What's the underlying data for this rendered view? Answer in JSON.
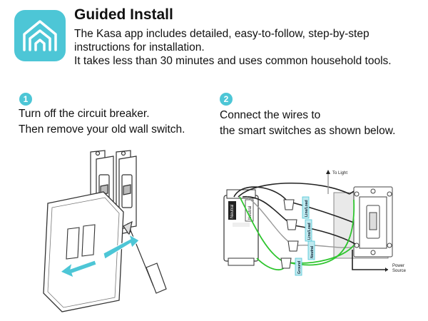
{
  "header": {
    "title": "Guided Install",
    "description_lines": [
      "The Kasa app includes detailed, easy-to-follow, step-by-step",
      "instructions for installation.",
      "It takes less than 30 minutes and uses common household tools."
    ]
  },
  "steps": [
    {
      "number": "1",
      "lines": [
        "Turn off the circuit breaker.",
        "Then remove your old wall switch."
      ]
    },
    {
      "number": "2",
      "lines": [
        "Connect the wires to",
        "the smart switches as shown below."
      ]
    }
  ],
  "wiring": {
    "to_light": "To Light",
    "power_source_1": "Power",
    "power_source_2": "Source",
    "device_label_1": "Neutral",
    "device_label_2": "Neutral",
    "tag_line_load_1": "Line/Load",
    "tag_line_load_2": "Line/Load",
    "tag_neutral": "Neutral",
    "tag_ground": "Ground"
  },
  "colors": {
    "accent": "#4dc6d6",
    "wire_green": "#2ec52e",
    "wire_black": "#222222"
  },
  "icons": {
    "app_icon": "kasa-home-icon"
  }
}
